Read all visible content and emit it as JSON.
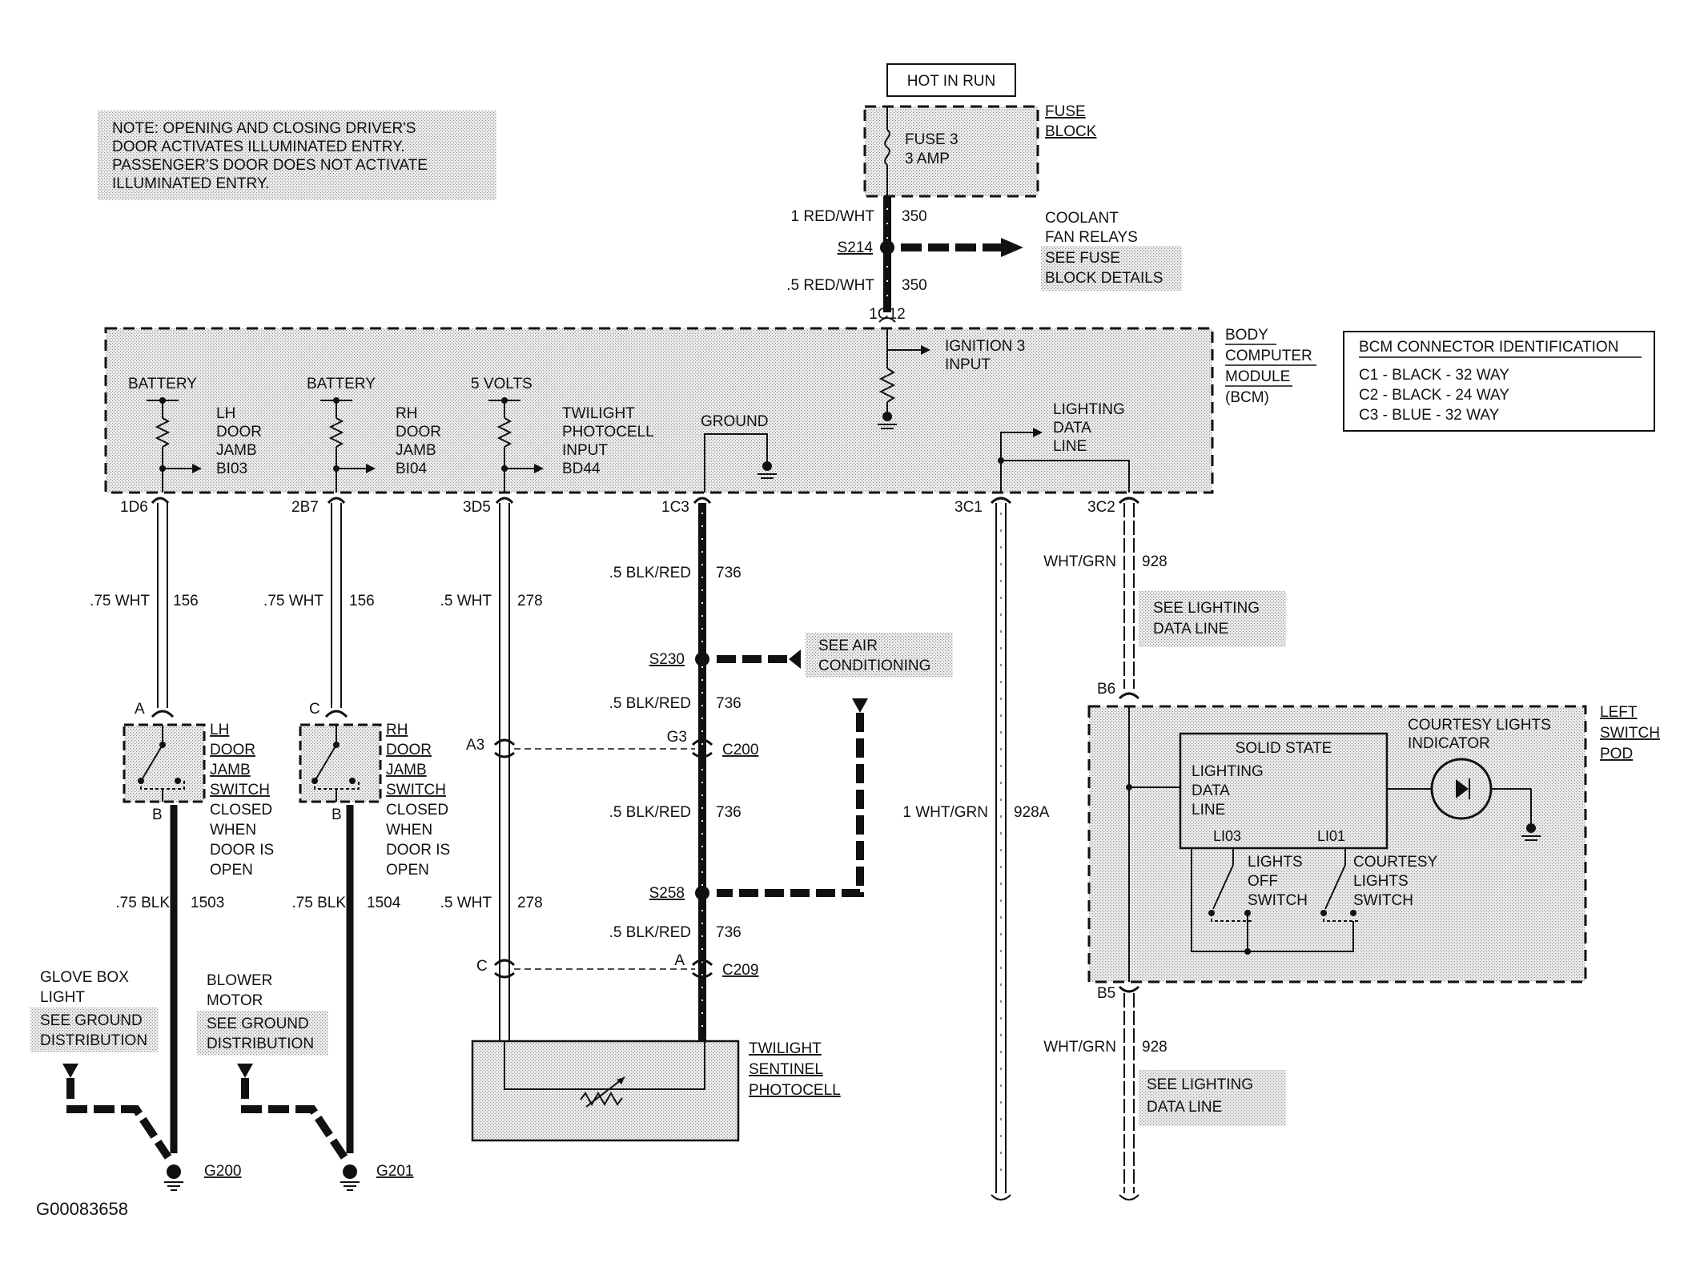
{
  "note": [
    "NOTE: OPENING AND CLOSING DRIVER'S",
    "DOOR ACTIVATES ILLUMINATED ENTRY.",
    "PASSENGER'S DOOR DOES NOT ACTIVATE",
    "ILLUMINATED ENTRY."
  ],
  "hot_in_run": "HOT IN RUN",
  "fuse": {
    "name": "FUSE 3",
    "rating": "3 AMP",
    "block": [
      "FUSE",
      "BLOCK"
    ]
  },
  "feed": {
    "upper_wire": "1 RED/WHT",
    "upper_circuit": "350",
    "splice": "S214",
    "lower_wire": ".5 RED/WHT",
    "lower_circuit": "350",
    "connector": "1C12"
  },
  "coolant": [
    "COOLANT",
    "FAN  RELAYS",
    "SEE FUSE",
    "BLOCK DETAILS"
  ],
  "bcm": {
    "title": [
      "BODY",
      "COMPUTER",
      "MODULE",
      "(BCM)"
    ],
    "ignition": [
      "IGNITION  3",
      "INPUT"
    ],
    "battery1": "BATTERY",
    "battery2": "BATTERY",
    "volts": "5 VOLTS",
    "lh_input": [
      "LH",
      "DOOR",
      "JAMB",
      "BI03"
    ],
    "rh_input": [
      "RH",
      "DOOR",
      "JAMB",
      "BI04"
    ],
    "twilight_input": [
      "TWILIGHT",
      "PHOTOCELL",
      "INPUT",
      "BD44"
    ],
    "ground": "GROUND",
    "lighting": [
      "LIGHTING",
      "DATA",
      "LINE"
    ]
  },
  "connector_id": {
    "title": "BCM CONNECTOR IDENTIFICATION",
    "rows": [
      "C1 - BLACK - 32 WAY",
      "C2 - BLACK - 24 WAY",
      "C3 - BLUE - 32 WAY"
    ]
  },
  "pins": {
    "p1": "1D6",
    "p2": "2B7",
    "p3": "3D5",
    "p4": "1C3",
    "p5": "3C1",
    "p6": "3C2"
  },
  "wires": {
    "w1": ".75 WHT",
    "c1": "156",
    "w2": ".75 WHT",
    "c2": "156",
    "w3": ".5 WHT",
    "c3": "278",
    "w4a": ".5 BLK/RED",
    "c4a": "736",
    "w4b": ".5 BLK/RED",
    "c4b": "736",
    "w4c": ".5 BLK/RED",
    "c4c": "736",
    "w4d": ".5 BLK/RED",
    "c4d": "736",
    "w5": "1 WHT/GRN",
    "c5": "928A",
    "w6a": "WHT/GRN",
    "c6a": "928",
    "w6b": "WHT/GRN",
    "c6b": "928",
    "w7": ".75 BLK",
    "c7": "1503",
    "w8": ".75 BLK",
    "c8": "1504",
    "w9": ".5 WHT",
    "c9": "278"
  },
  "splices": {
    "s230": "S230",
    "s258": "S258"
  },
  "air_cond": [
    "SEE AIR",
    "CONDITIONING"
  ],
  "see_lighting_1": [
    "SEE LIGHTING",
    "DATA LINE"
  ],
  "see_lighting_2": [
    "SEE LIGHTING",
    "DATA LINE"
  ],
  "connectors": {
    "a3": "A3",
    "g3": "G3",
    "c200": "C200",
    "c": "C",
    "a": "A",
    "c209": "C209",
    "b6": "B6",
    "b5": "B5",
    "lh_a": "A",
    "lh_b": "B",
    "rh_c": "C",
    "rh_b": "B"
  },
  "lh_switch": [
    "LH",
    "DOOR",
    "JAMB",
    "SWITCH",
    "CLOSED",
    "WHEN",
    "DOOR IS",
    "OPEN"
  ],
  "rh_switch": [
    "RH",
    "DOOR",
    "JAMB",
    "SWITCH",
    "CLOSED",
    "WHEN",
    "DOOR IS",
    "OPEN"
  ],
  "glove": [
    "GLOVE BOX",
    "LIGHT",
    "SEE GROUND",
    "DISTRIBUTION"
  ],
  "blower": [
    "BLOWER",
    "MOTOR",
    "SEE GROUND",
    "DISTRIBUTION"
  ],
  "grounds": {
    "g200": "G200",
    "g201": "G201"
  },
  "twilight_sentinel": [
    "TWILIGHT",
    "SENTINEL",
    "PHOTOCELL"
  ],
  "switch_pod": {
    "title": [
      "LEFT",
      "SWITCH",
      "POD"
    ],
    "solid_state": "SOLID STATE",
    "ldl": [
      "LIGHTING",
      "DATA",
      "LINE"
    ],
    "pin_a": "LI03",
    "pin_b": "LI01",
    "courtesy_indicator": [
      "COURTESY LIGHTS",
      "INDICATOR"
    ],
    "lights_off": [
      "LIGHTS",
      "OFF",
      "SWITCH"
    ],
    "courtesy_switch": [
      "COURTESY",
      "LIGHTS",
      "SWITCH"
    ]
  },
  "figure_id": "G00083658"
}
